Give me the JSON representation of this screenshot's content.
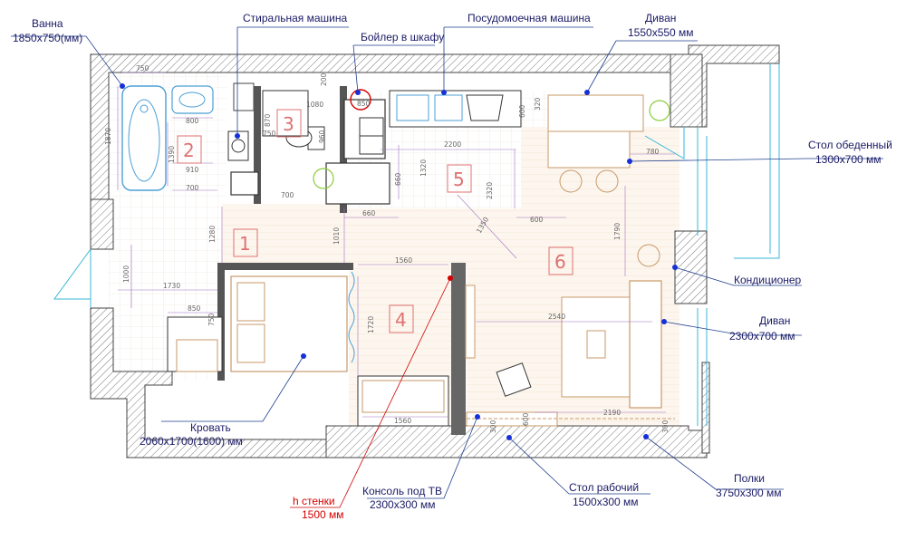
{
  "labels": {
    "bath": {
      "name": "Ванна",
      "size": "1850х750(мм)"
    },
    "washer": {
      "name": "Стиральная машина"
    },
    "boiler": {
      "name": "Бойлер в шкафу"
    },
    "dishwasher": {
      "name": "Посудомоечная машина"
    },
    "sofa_small": {
      "name": "Диван",
      "size": "1550х550 мм"
    },
    "dining_table": {
      "name": "Стол обеденный",
      "size": "1300х700 мм"
    },
    "conditioner": {
      "name": "Кондиционер"
    },
    "sofa_big": {
      "name": "Диван",
      "size": "2300х700 мм"
    },
    "bed": {
      "name": "Кровать",
      "size": "2060х1700(1600) мм"
    },
    "wall_height": {
      "name": "h стенки",
      "size": "1500 мм"
    },
    "tv_console": {
      "name": "Консоль под ТВ",
      "size": "2300х300 мм"
    },
    "work_desk": {
      "name": "Стол рабочий",
      "size": "1500х300 мм"
    },
    "shelves": {
      "name": "Полки",
      "size": "3750х300 мм"
    }
  },
  "rooms": [
    "1",
    "2",
    "3",
    "4",
    "5",
    "6"
  ],
  "dimensions": {
    "d750a": "750",
    "d800": "800",
    "d1870": "1870",
    "d1390": "1390",
    "d910": "910",
    "d700a": "700",
    "d200": "200",
    "d1080": "1080",
    "d870": "870",
    "d750b": "750",
    "d960": "960",
    "d850a": "850",
    "d700b": "700",
    "d2200": "2200",
    "d1320": "1320",
    "d660a": "660",
    "d660b": "660",
    "d2320": "2320",
    "d1350": "1350",
    "d600a": "600",
    "d320": "320",
    "d600b": "600",
    "d780": "780",
    "d1790": "1790",
    "d1280": "1280",
    "d1010": "1010",
    "d1560a": "1560",
    "d1000": "1000",
    "d1730": "1730",
    "d850b": "850",
    "d750c": "750",
    "d1720": "1720",
    "d2540": "2540",
    "d1560b": "1560",
    "d300a": "300",
    "d600c": "600",
    "d2190": "2190",
    "d300b": "300"
  },
  "colors": {
    "leader": "#1530d8",
    "accent_red": "#d40000",
    "furniture": "#c89a6a",
    "room_number": "#e07070",
    "window": "#37b7d6"
  }
}
